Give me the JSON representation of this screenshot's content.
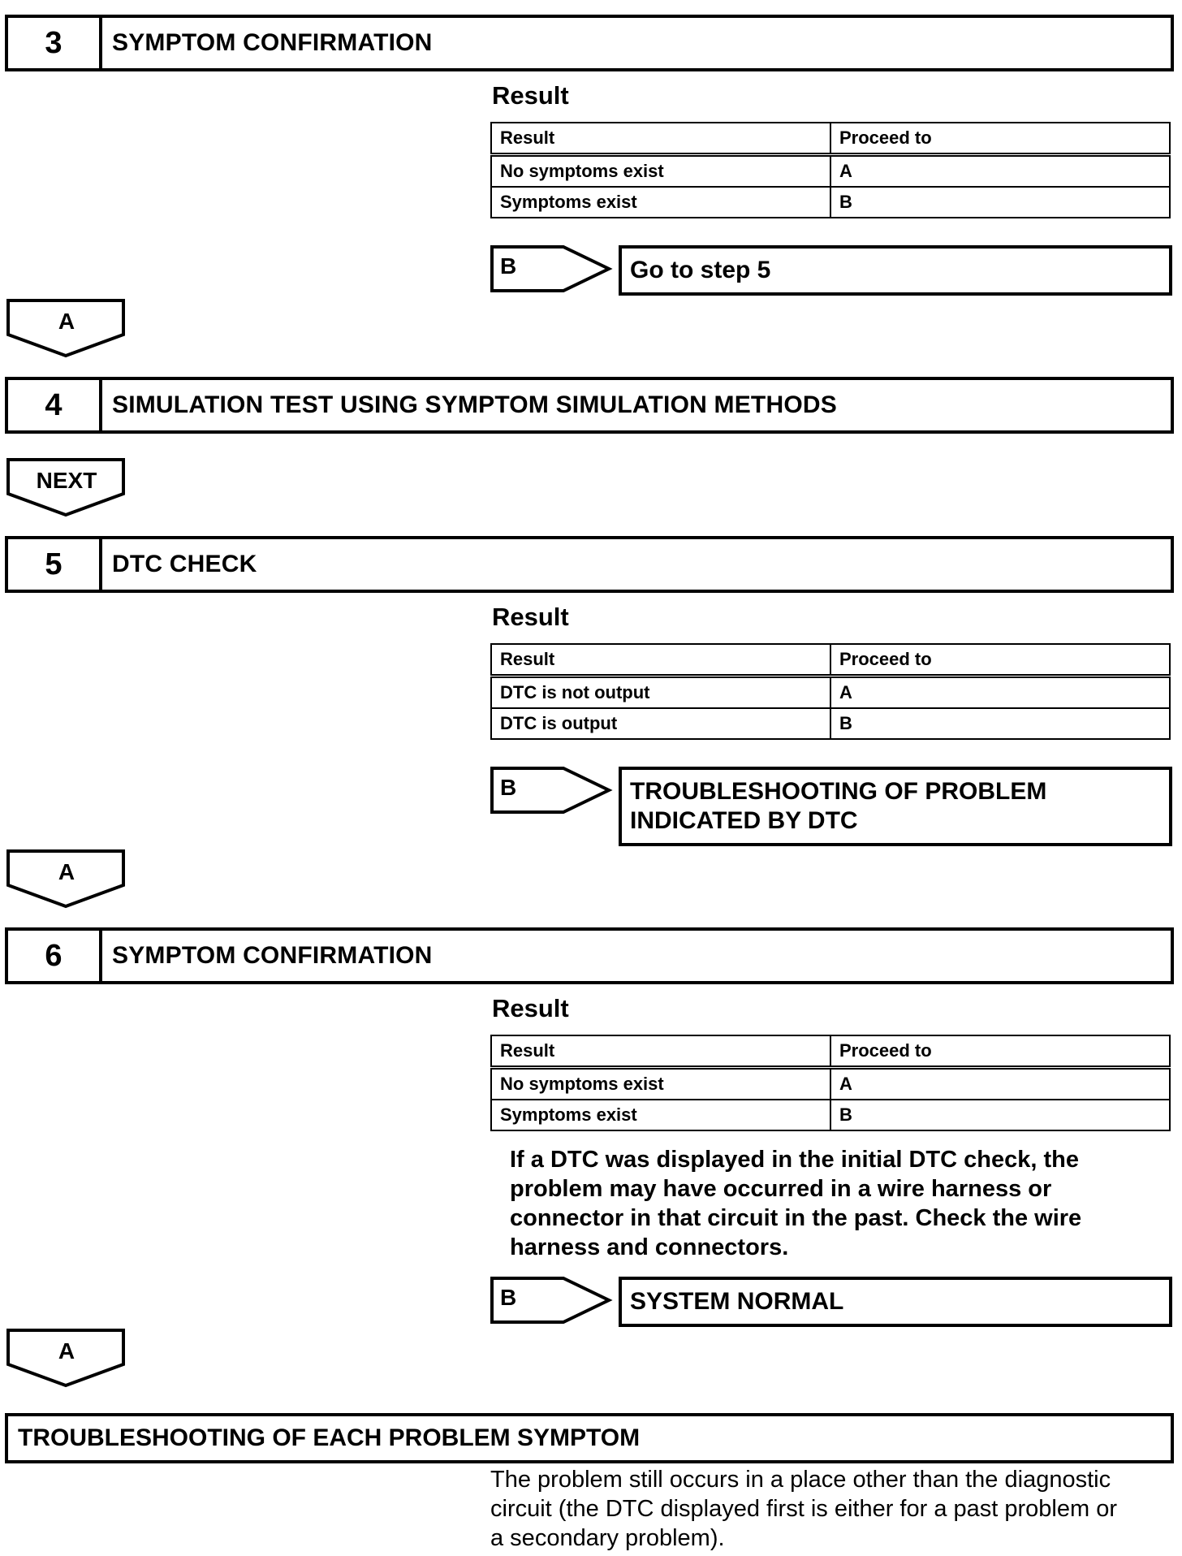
{
  "steps": [
    {
      "number": "3",
      "title": "SYMPTOM CONFIRMATION",
      "result_heading": "Result",
      "table": {
        "headers": [
          "Result",
          "Proceed to"
        ],
        "rows": [
          [
            "No symptoms exist",
            "A"
          ],
          [
            "Symptoms exist",
            "B"
          ]
        ]
      },
      "branch": {
        "label": "B",
        "target": "Go to step 5"
      },
      "next_label": "A"
    },
    {
      "number": "4",
      "title": "SIMULATION TEST USING SYMPTOM SIMULATION METHODS",
      "next_label": "NEXT"
    },
    {
      "number": "5",
      "title": "DTC CHECK",
      "result_heading": "Result",
      "table": {
        "headers": [
          "Result",
          "Proceed to"
        ],
        "rows": [
          [
            "DTC is not output",
            "A"
          ],
          [
            "DTC is output",
            "B"
          ]
        ]
      },
      "branch": {
        "label": "B",
        "target_line1": "TROUBLESHOOTING OF PROBLEM",
        "target_line2": "INDICATED BY DTC"
      },
      "next_label": "A"
    },
    {
      "number": "6",
      "title": "SYMPTOM CONFIRMATION",
      "result_heading": "Result",
      "table": {
        "headers": [
          "Result",
          "Proceed to"
        ],
        "rows": [
          [
            "No symptoms exist",
            "A"
          ],
          [
            "Symptoms exist",
            "B"
          ]
        ]
      },
      "note_lines": [
        "If a DTC was displayed in the initial DTC check, the",
        "problem may have occurred in a wire harness or",
        "connector in that circuit in the past. Check the wire",
        "harness and connectors."
      ],
      "branch": {
        "label": "B",
        "target": "SYSTEM NORMAL"
      },
      "next_label": "A"
    }
  ],
  "final": {
    "title": "TROUBLESHOOTING OF EACH PROBLEM SYMPTOM",
    "description_lines": [
      "The problem still occurs in a place other than the diagnostic",
      "circuit (the DTC displayed first is either for a past problem or",
      "a secondary problem)."
    ]
  }
}
